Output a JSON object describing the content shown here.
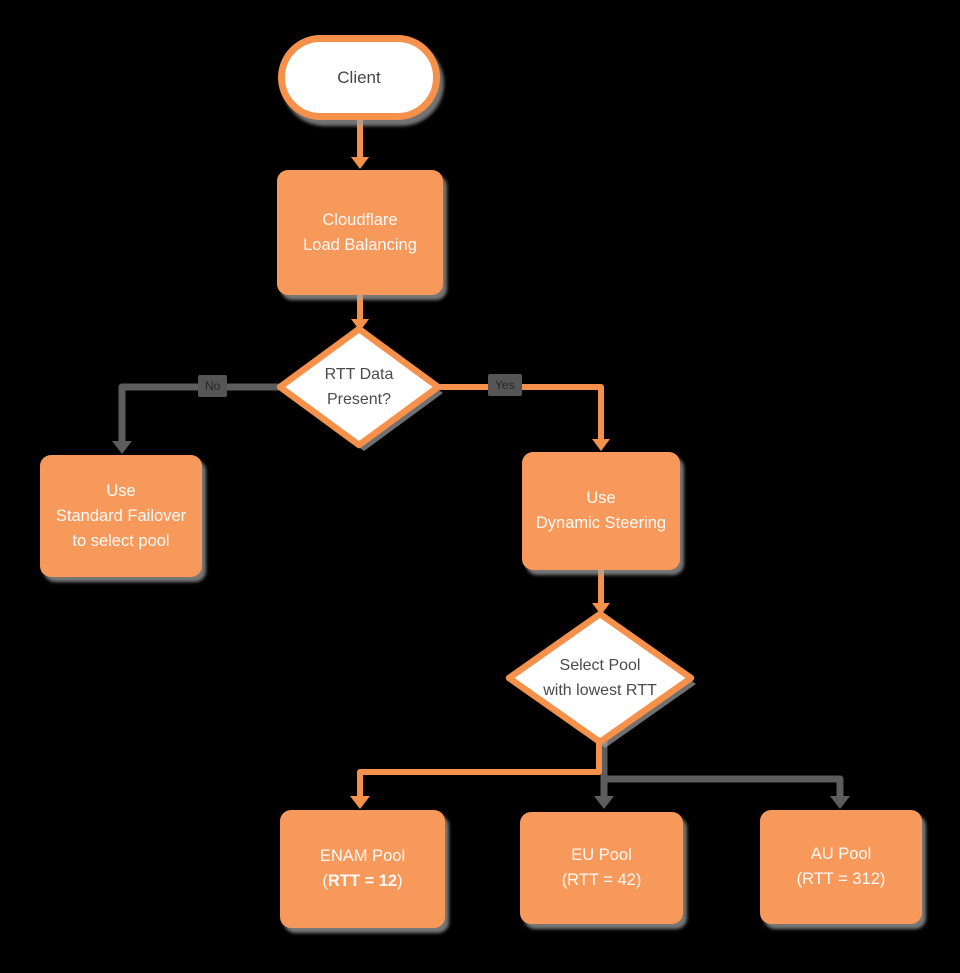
{
  "canvas": {
    "background": "#000000"
  },
  "colors": {
    "node_fill": "#F8995C",
    "node_stroke": "#F5914A",
    "taken_path_orange": "#F5914A",
    "untaken_path_gray": "#5D5D5D",
    "decision_fill": "#FFFFFF",
    "text_on_orange": "#FFFFFF",
    "text_dark": "#4A4A4A",
    "edge_label_bg": "#555555",
    "edge_label_text": "#272727",
    "shadow_gray": "#A5A5A5"
  },
  "nodes": {
    "client": {
      "label": "Client"
    },
    "load_balancer": {
      "lines": [
        "Cloudflare",
        "Load Balancing"
      ]
    },
    "rtt_decision": {
      "lines": [
        "RTT Data",
        "Present?"
      ]
    },
    "standard_failover": {
      "lines": [
        "Use",
        "Standard Failover",
        "to select pool"
      ]
    },
    "dynamic_steering": {
      "lines": [
        "Use",
        "Dynamic Steering"
      ]
    },
    "pool_decision": {
      "lines": [
        "Select Pool",
        "with lowest RTT"
      ]
    },
    "enam_pool": {
      "line1": "ENAM Pool",
      "paren_open": "(",
      "rtt_bold": "RTT = 12",
      "paren_close": ")"
    },
    "eu_pool": {
      "lines": [
        "EU Pool",
        "(RTT = 42)"
      ]
    },
    "au_pool": {
      "lines": [
        "AU Pool",
        "(RTT = 312)"
      ]
    }
  },
  "edge_labels": {
    "no": "No",
    "yes": "Yes"
  }
}
